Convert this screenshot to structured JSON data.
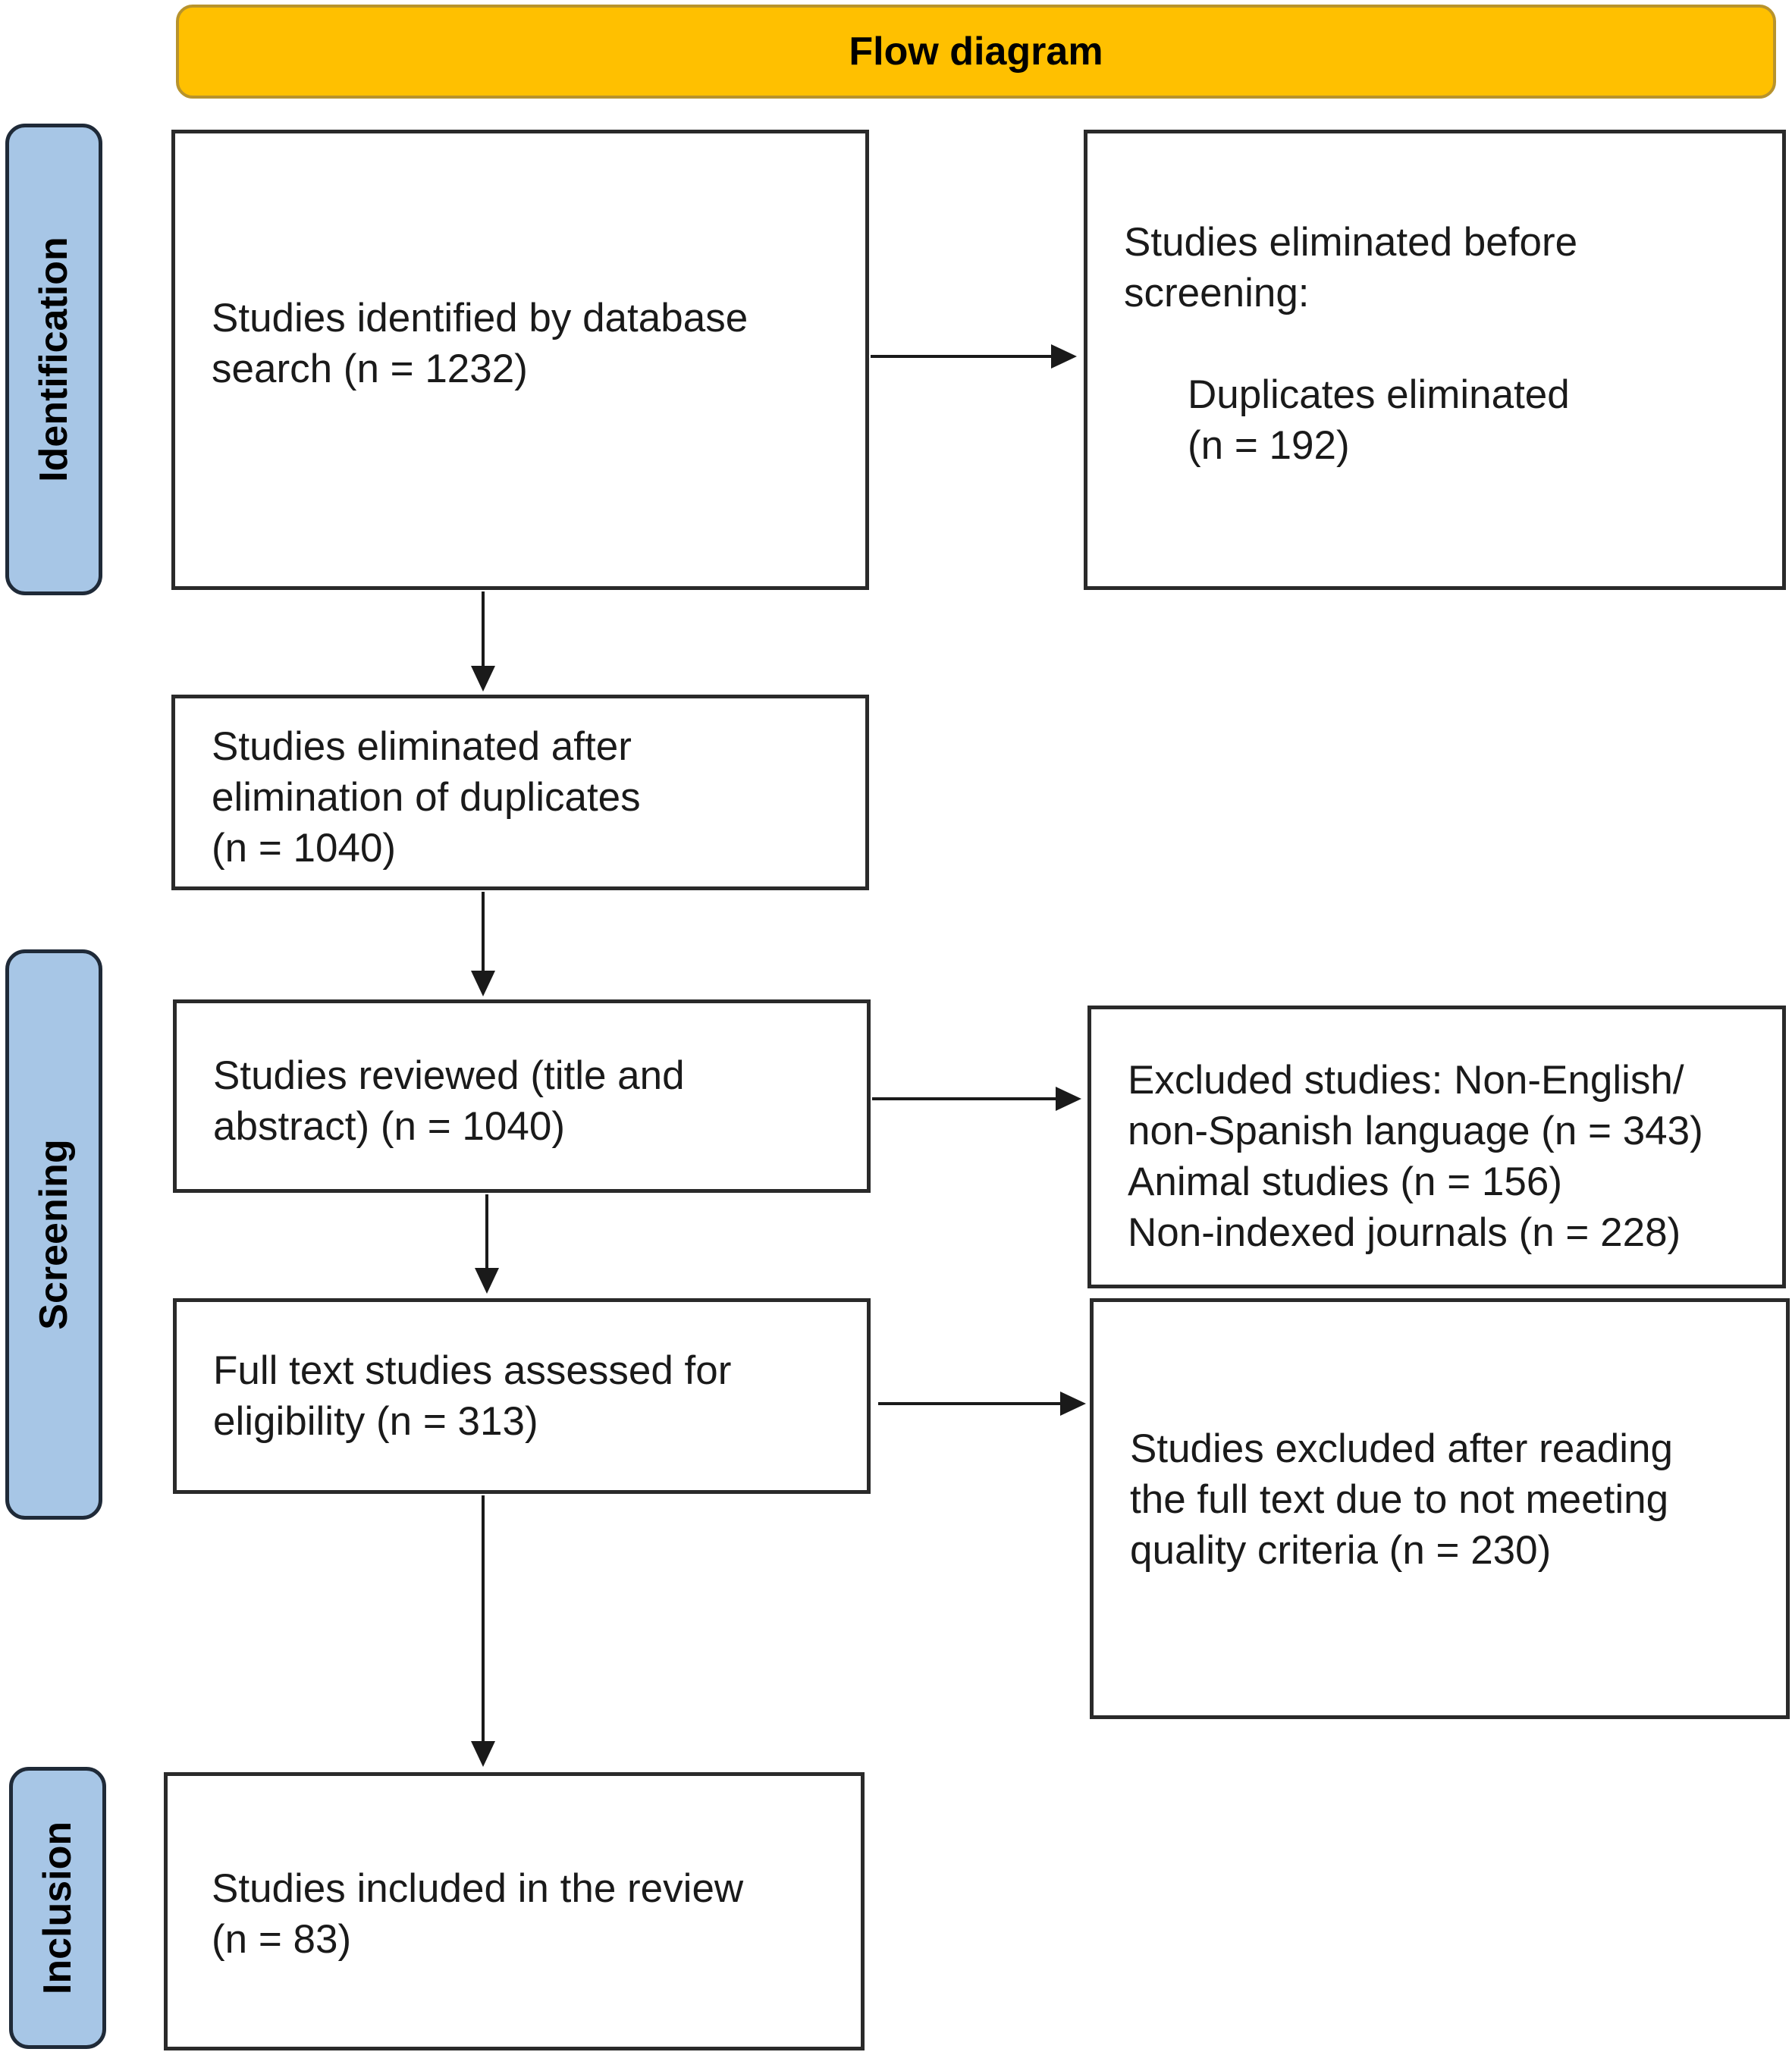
{
  "header": {
    "title": "Flow diagram"
  },
  "stages": {
    "identification": "Identification",
    "screening": "Screening",
    "inclusion": "Inclusion"
  },
  "boxes": {
    "identified": {
      "lines": [
        "Studies identified by database",
        "search (n = 1232)"
      ]
    },
    "eliminated_before": {
      "lines": [
        "Studies eliminated before",
        "screening:"
      ],
      "sub_lines": [
        "Duplicates eliminated",
        "(n = 192)"
      ]
    },
    "after_duplicates": {
      "lines": [
        "Studies eliminated after",
        "elimination of duplicates",
        "(n = 1040)"
      ]
    },
    "reviewed": {
      "lines": [
        "Studies reviewed (title and",
        "abstract) (n = 1040)"
      ]
    },
    "excluded": {
      "lines": [
        "Excluded studies: Non-English/",
        "non-Spanish language (n = 343)",
        "Animal studies (n = 156)",
        "Non-indexed journals (n = 228)"
      ]
    },
    "full_text": {
      "lines": [
        "Full text studies assessed for",
        "eligibility (n = 313)"
      ]
    },
    "excluded_full_text": {
      "lines": [
        "Studies excluded after reading",
        "the full text due  to not meeting",
        "quality criteria (n = 230)"
      ]
    },
    "included": {
      "lines": [
        "Studies included in the review",
        "(n = 83)"
      ]
    }
  }
}
